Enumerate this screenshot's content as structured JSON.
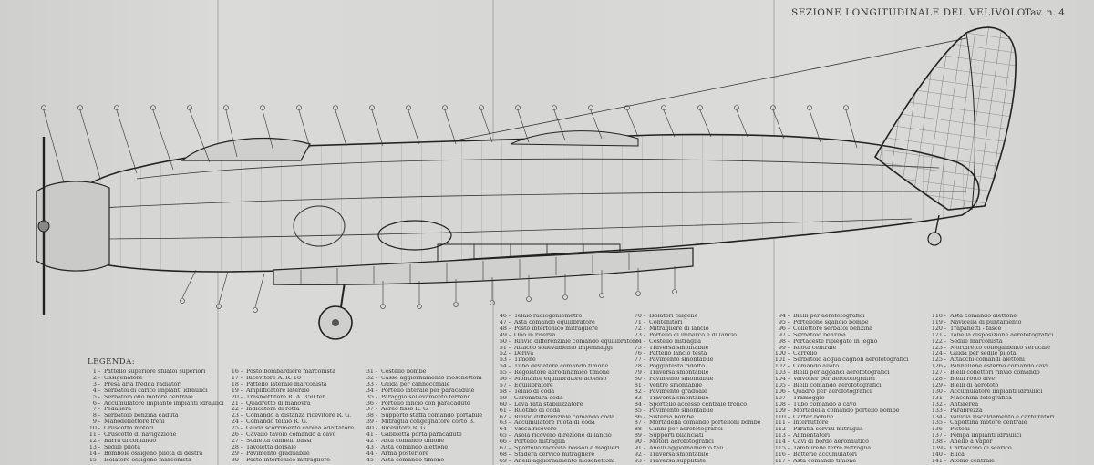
{
  "sheet": {
    "title": "SEZIONE LONGITUDINALE DEL VELIVOLO",
    "plate": "Tav. n. 4"
  },
  "legend": {
    "header": "LEGENDA:",
    "columns": [
      [
        {
          "n": "1",
          "label": "Pattello superiore sfilatoi superiori"
        },
        {
          "n": "2",
          "label": "Ossigenatore"
        },
        {
          "n": "3",
          "label": "Presa aria fredda radiatori"
        },
        {
          "n": "4",
          "label": "Serbatoi di carico impianti idraulici"
        },
        {
          "n": "5",
          "label": "Serbatoio olio motore centrale"
        },
        {
          "n": "6",
          "label": "Accumulatore impianto impianti idraulici"
        },
        {
          "n": "7",
          "label": "Pedaliera"
        },
        {
          "n": "8",
          "label": "Serbatoio benzina caduta"
        },
        {
          "n": "9",
          "label": "Manodeflettore freni"
        },
        {
          "n": "10",
          "label": "Cruscotto motori"
        },
        {
          "n": "11",
          "label": "Cruscotto di navigazione"
        },
        {
          "n": "12",
          "label": "Barra di comando"
        },
        {
          "n": "13",
          "label": "Sedile pilota"
        },
        {
          "n": "14",
          "label": "Bombole ossigeno pilota di destra"
        },
        {
          "n": "15",
          "label": "Isolatore ossigeno marconista"
        }
      ],
      [
        {
          "n": "16",
          "label": "Posto bombardiere marconista"
        },
        {
          "n": "17",
          "label": "Ricevitore A. R. 18"
        },
        {
          "n": "18",
          "label": "Pattello laterale marconista"
        },
        {
          "n": "19",
          "label": "Amplificatore laterale"
        },
        {
          "n": "20",
          "label": "Trasmettitore R. A. 350 ter"
        },
        {
          "n": "21",
          "label": "Quadretto di manovra"
        },
        {
          "n": "22",
          "label": "Indicatore di rotta"
        },
        {
          "n": "23",
          "label": "Comando a distanza ricevitore R. G."
        },
        {
          "n": "24",
          "label": "Comando telaio R. G."
        },
        {
          "n": "25",
          "label": "Guida scorrimento cabina adattatore"
        },
        {
          "n": "26",
          "label": "Cavallo tavolo comando a cavo"
        },
        {
          "n": "27",
          "label": "Scaletta cannelli bassi"
        },
        {
          "n": "28",
          "label": "Tavoletta dorsale"
        },
        {
          "n": "29",
          "label": "Pavimento graduabile"
        },
        {
          "n": "30",
          "label": "Posto interfonico mitragliere"
        }
      ],
      [
        {
          "n": "31",
          "label": "Cestello bombe"
        },
        {
          "n": "32",
          "label": "Casse aggiornamento moschettoni"
        },
        {
          "n": "33",
          "label": "Guida per cannocchiale"
        },
        {
          "n": "34",
          "label": "Portello laterale per paracadute"
        },
        {
          "n": "35",
          "label": "Paraggio sollevamento terreno"
        },
        {
          "n": "36",
          "label": "Portello lancio con paracadute"
        },
        {
          "n": "37",
          "label": "Aereo fisso R. G."
        },
        {
          "n": "38",
          "label": "Supporto staffa comando portabile"
        },
        {
          "n": "39",
          "label": "Mitraglia congegnatore corto B."
        },
        {
          "n": "40",
          "label": "Ricevitore R. G."
        },
        {
          "n": "41",
          "label": "Gabbietta porta paracadute"
        },
        {
          "n": "42",
          "label": "Asta comando timone"
        },
        {
          "n": "43",
          "label": "Asta comando alettone"
        },
        {
          "n": "44",
          "label": "Arma posteriore"
        },
        {
          "n": "45",
          "label": "Asta comando timone"
        }
      ],
      [
        {
          "n": "46",
          "label": "Telaio radiogoniometro"
        },
        {
          "n": "47",
          "label": "Asta comando equilibratore"
        },
        {
          "n": "48",
          "label": "Posto interfonico mitragliere"
        },
        {
          "n": "49",
          "label": "Olio in riserva"
        },
        {
          "n": "50",
          "label": "Rinvio differenziale comando equilibratore"
        },
        {
          "n": "51",
          "label": "Attacco sollevamento impennaggi"
        },
        {
          "n": "52",
          "label": "Deriva"
        },
        {
          "n": "53",
          "label": "Timone"
        },
        {
          "n": "54",
          "label": "Tubo deviatore comando timone"
        },
        {
          "n": "55",
          "label": "Regolatore aerodinamico timone"
        },
        {
          "n": "56",
          "label": "Montante equilibratore accesso"
        },
        {
          "n": "57",
          "label": "Equilibratore"
        },
        {
          "n": "58",
          "label": "Telaio di coda"
        },
        {
          "n": "59",
          "label": "Carenatura coda"
        },
        {
          "n": "60",
          "label": "Leva rata stabilizzatore"
        },
        {
          "n": "61",
          "label": "Ruotino di coda"
        },
        {
          "n": "62",
          "label": "Rinvio differenziale comando coda"
        },
        {
          "n": "63",
          "label": "Accumulatore ruota di coda"
        },
        {
          "n": "64",
          "label": "Vasca ricovero"
        },
        {
          "n": "65",
          "label": "Asola ricovero direzione di lancio"
        },
        {
          "n": "66",
          "label": "Portello mitraglia"
        },
        {
          "n": "67",
          "label": "Sportello raccolta bossoli e maglieri"
        },
        {
          "n": "68",
          "label": "Stadera cervico mitragliere"
        },
        {
          "n": "69",
          "label": "Anelli aggiornamento moschettoni"
        }
      ],
      [
        {
          "n": "70",
          "label": "Isolatori calgene"
        },
        {
          "n": "71",
          "label": "Contenitori"
        },
        {
          "n": "72",
          "label": "Mitragliere di lancio"
        },
        {
          "n": "73",
          "label": "Portello di imbarco e di lancio"
        },
        {
          "n": "74",
          "label": "Cestello mitraglia"
        },
        {
          "n": "75",
          "label": "Traversa smontabile"
        },
        {
          "n": "76",
          "label": "Pattello lancio testa"
        },
        {
          "n": "77",
          "label": "Pavimento smontabile"
        },
        {
          "n": "78",
          "label": "Poggiatesta ridotto"
        },
        {
          "n": "79",
          "label": "Traversa smontabile"
        },
        {
          "n": "80",
          "label": "Pavimento smontabile"
        },
        {
          "n": "81",
          "label": "Ventre smontabile"
        },
        {
          "n": "82",
          "label": "Pavimento graduale"
        },
        {
          "n": "83",
          "label": "Traversa smontabile"
        },
        {
          "n": "84",
          "label": "Sportello accesso centrale tronco"
        },
        {
          "n": "85",
          "label": "Pavimento smontabile"
        },
        {
          "n": "86",
          "label": "Sistema bombe"
        },
        {
          "n": "87",
          "label": "Mortadella comando portelloni bombe"
        },
        {
          "n": "88",
          "label": "Canni per aerofotografici"
        },
        {
          "n": "89",
          "label": "Supporti bilanciati"
        },
        {
          "n": "90",
          "label": "Motori aerofotografici"
        },
        {
          "n": "91",
          "label": "Anelli aggiornamento tali"
        },
        {
          "n": "92",
          "label": "Traversa smontabile"
        },
        {
          "n": "93",
          "label": "Traversa supplitate"
        }
      ],
      [
        {
          "n": "94",
          "label": "Bielli per aerofotografici"
        },
        {
          "n": "95",
          "label": "Portellone sgancio bombe"
        },
        {
          "n": "96",
          "label": "Collettore serbatoi benzina"
        },
        {
          "n": "97",
          "label": "Serbatoio benzina"
        },
        {
          "n": "98",
          "label": "Portaceste ripiegato in legno"
        },
        {
          "n": "99",
          "label": "Ruota centrale"
        },
        {
          "n": "100",
          "label": "Carrello"
        },
        {
          "n": "101",
          "label": "Serbatoio acqua cagnoli aerofotografici"
        },
        {
          "n": "102",
          "label": "Comando aliato"
        },
        {
          "n": "103",
          "label": "Bielli per agganci aerofotografici"
        },
        {
          "n": "104",
          "label": "Valvolier per aerofotografici"
        },
        {
          "n": "105",
          "label": "Bielli comando aerofotografici"
        },
        {
          "n": "106",
          "label": "Quadro per aerofotografici"
        },
        {
          "n": "107",
          "label": "Tramoggio"
        },
        {
          "n": "108",
          "label": "Tubo comando a cavo"
        },
        {
          "n": "109",
          "label": "Mortadella comando portello bombe"
        },
        {
          "n": "110",
          "label": "Carter bombe"
        },
        {
          "n": "111",
          "label": "Interruttore"
        },
        {
          "n": "112",
          "label": "Paratia servizi mitraglia"
        },
        {
          "n": "113",
          "label": "Alimentatori"
        },
        {
          "n": "114",
          "label": "Cavi di bordo aeronautico"
        },
        {
          "n": "115",
          "label": "Tamburelle terre mitraglia"
        },
        {
          "n": "116",
          "label": "Batterie accumulatori"
        },
        {
          "n": "117",
          "label": "Asta comando timone"
        }
      ],
      [
        {
          "n": "118",
          "label": "Asta comando alettone"
        },
        {
          "n": "119",
          "label": "Navicella di puntamento"
        },
        {
          "n": "120",
          "label": "Trapanetti - fasce"
        },
        {
          "n": "121",
          "label": "Tabella disposizione aerofotografici"
        },
        {
          "n": "122",
          "label": "Sedile marconista"
        },
        {
          "n": "123",
          "label": "Mortaretto collegamento verticale"
        },
        {
          "n": "124",
          "label": "Guida per sedile pilota"
        },
        {
          "n": "125",
          "label": "Attacchi comandi alettoni"
        },
        {
          "n": "126",
          "label": "Pannellone esterno comando cavi"
        },
        {
          "n": "127",
          "label": "Bielli collettori rinvio comando"
        },
        {
          "n": "128",
          "label": "Bielli rotto alve"
        },
        {
          "n": "129",
          "label": "Bielli di aerofoto"
        },
        {
          "n": "130",
          "label": "Accumulatore impianti idraulici"
        },
        {
          "n": "131",
          "label": "Macchina fotografica"
        },
        {
          "n": "132",
          "label": "Antiaerea"
        },
        {
          "n": "133",
          "label": "Parabrezza"
        },
        {
          "n": "134",
          "label": "Valvola riscaldamento e carburatori"
        },
        {
          "n": "135",
          "label": "Capottina motore centrale"
        },
        {
          "n": "136",
          "label": "Pistoni"
        },
        {
          "n": "137",
          "label": "Pompa impianti idraulici"
        },
        {
          "n": "138",
          "label": "Anello a Vapor"
        },
        {
          "n": "139",
          "label": "Cartoccino di scarico"
        },
        {
          "n": "140",
          "label": "Elica"
        },
        {
          "n": "141",
          "label": "Atomo centrale"
        }
      ]
    ]
  }
}
